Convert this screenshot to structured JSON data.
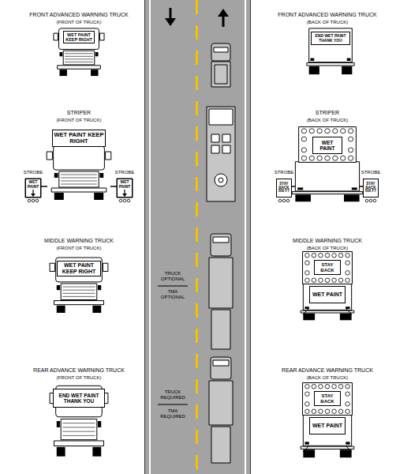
{
  "diagram": {
    "nodes": [
      {
        "text": [
          "WET PAINT KEEP RIGHT"
        ]
      },
      {
        "text": [
          "END WET PAINT THANK YOU"
        ]
      },
      {
        "text": [
          "WET PAINT KEEP RIGHT"
        ]
      },
      {
        "text": [
          "WET PAINT"
        ]
      },
      {
        "text": [
          "WET PAINT"
        ]
      },
      {
        "text": [
          "WET PAINT"
        ]
      },
      {
        "text": [
          "STAY BACK 500 FT"
        ]
      },
      {
        "text": [
          "STAY BACK 500 FT"
        ]
      },
      {
        "text": [
          "WET PAINT KEEP RIGHT"
        ]
      },
      {
        "text": [
          "STAY BACK"
        ]
      },
      {
        "text": [
          "WET PAINT"
        ]
      },
      {
        "text": [
          "END WET PAINT THANK YOU"
        ]
      },
      {
        "text": [
          "STAY BACK"
        ]
      },
      {
        "text": [
          "WET PAINT"
        ]
      }
    ],
    "labels": [
      "FRONT ADVANCED WARNING TRUCK",
      "(FRONT OF TRUCK)",
      "FRONT ADVANCED WARNING TRUCK",
      "(BACK OF TRUCK)",
      "STRIPER",
      "(FRONT OF TRUCK)",
      "STRIPER",
      "(BACK OF TRUCK)",
      "STROBE",
      "STROBE",
      "STROBE",
      "STROBE",
      "MIDDLE WARNING TRUCK",
      "(FRONT OF TRUCK)",
      "MIDDLE WARNING TRUCK",
      "(BACK OF TRUCK)",
      "TRUCK OPTIONAL",
      "TMA OPTIONAL",
      "REAR ADVANCE WARNING TRUCK",
      "(FRONT OF TRUCK)",
      "REAR ADVANCE WARNING TRUCK",
      "(BACK OF TRUCK)",
      "TRUCK REQUIRED",
      "TMA REQUIRED"
    ]
  }
}
